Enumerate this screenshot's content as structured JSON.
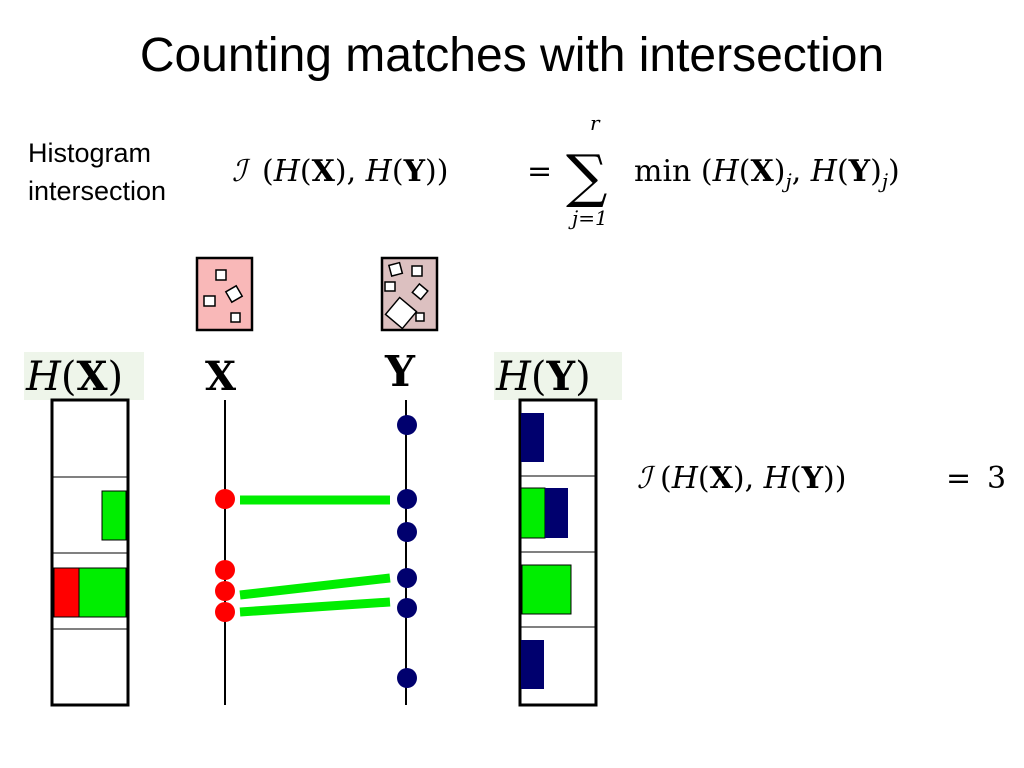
{
  "slide": {
    "title": "Counting matches with intersection",
    "side_label": [
      "Histogram",
      "intersection"
    ]
  },
  "formula": {
    "lhs_fn": "ℐ",
    "lhs_args": "(H(X), H(Y))",
    "equals": "=",
    "sum_symbol": "∑",
    "sum_upper": "r",
    "sum_lower": "j=1",
    "rhs": "min (H(X)j, H(Y)j)"
  },
  "result": {
    "expression": "ℐ(H(X), H(Y))",
    "equals": "=",
    "value": "3"
  },
  "labels": {
    "hx": "H(X)",
    "x": "X",
    "y": "Y",
    "hy": "H(Y)"
  },
  "colors": {
    "red": "#ff0000",
    "green": "#00ee00",
    "navy": "#00006e",
    "image_x_fill": "#f9b8b8",
    "image_y_fill": "#dcc0c0",
    "label_bg": "#eef5ea"
  }
}
